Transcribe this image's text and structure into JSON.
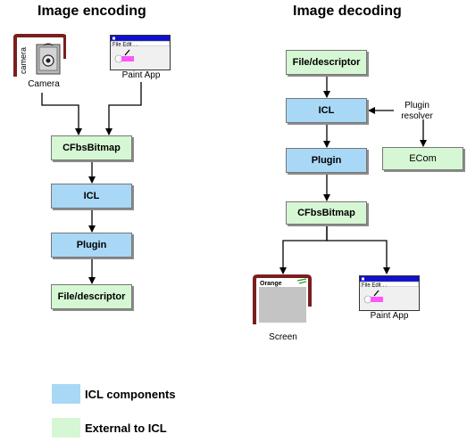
{
  "colors": {
    "icl_component": "#a8d8f5",
    "external": "#d6f7d3",
    "card_frame": "#7a1f1f"
  },
  "encoding": {
    "title": "Image encoding",
    "camera_label": "Camera",
    "camera_card_text": "camera",
    "paint_label": "Paint App",
    "paint_menu_text": "File Edit . .",
    "boxes": {
      "bitmap": "CFbsBitmap",
      "icl": "ICL",
      "plugin": "Plugin",
      "file": "File/descriptor"
    }
  },
  "decoding": {
    "title": "Image decoding",
    "boxes": {
      "file": "File/descriptor",
      "icl": "ICL",
      "plugin": "Plugin",
      "bitmap": "CFbsBitmap",
      "ecom": "ECom"
    },
    "resolver_label": "Plugin\nresolver",
    "screen_label": "Screen",
    "screen_card_text": "Orange",
    "paint_label": "Paint App",
    "paint_menu_text": "File Edit . ."
  },
  "legend": {
    "icl_label": "ICL components",
    "external_label": "External to ICL"
  }
}
